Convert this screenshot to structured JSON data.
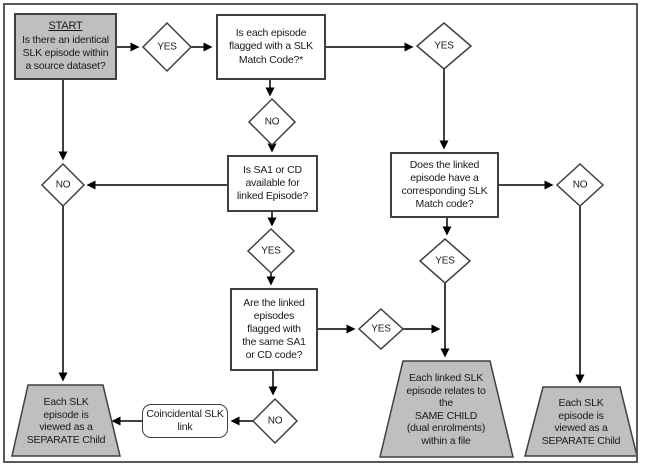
{
  "diagram": {
    "nodes": {
      "start": {
        "title": "START",
        "text": "Is there an identical\nSLK episode within\na source dataset?"
      },
      "q_flagged": {
        "text": "Is each episode\nflagged with a SLK\nMatch Code?*"
      },
      "q_sa1": {
        "text": "Is SA1 or CD\navailable for\nlinked Episode?"
      },
      "q_linked": {
        "text": "Does the linked\nepisode have a\ncorresponding SLK\nMatch code?"
      },
      "q_same": {
        "text": "Are the linked\nepisodes\nflagged with\nthe same SA1\nor CD code?"
      },
      "coincidental": {
        "text": "Coincidental SLK\nlink"
      },
      "out_left": {
        "text": "Each SLK\nepisode is\nviewed as a\nSEPARATE Child"
      },
      "out_same": {
        "text": "Each linked SLK\nepisode relates to\nthe\nSAME CHILD\n(dual enrolments)\nwithin a file"
      },
      "out_right": {
        "text": "Each SLK\nepisode is\nviewed as a\nSEPARATE Child"
      }
    },
    "decisions": {
      "d1": "YES",
      "d2": "YES",
      "d3": "NO",
      "d4": "NO",
      "d5": "NO",
      "d6": "YES",
      "d7": "YES",
      "d8": "YES",
      "d9": "NO"
    },
    "colors": {
      "terminator_fill": "#bfbfbf",
      "process_fill": "#ffffff",
      "border": "#404040",
      "connector": "#000000",
      "frame": "#595959"
    }
  }
}
